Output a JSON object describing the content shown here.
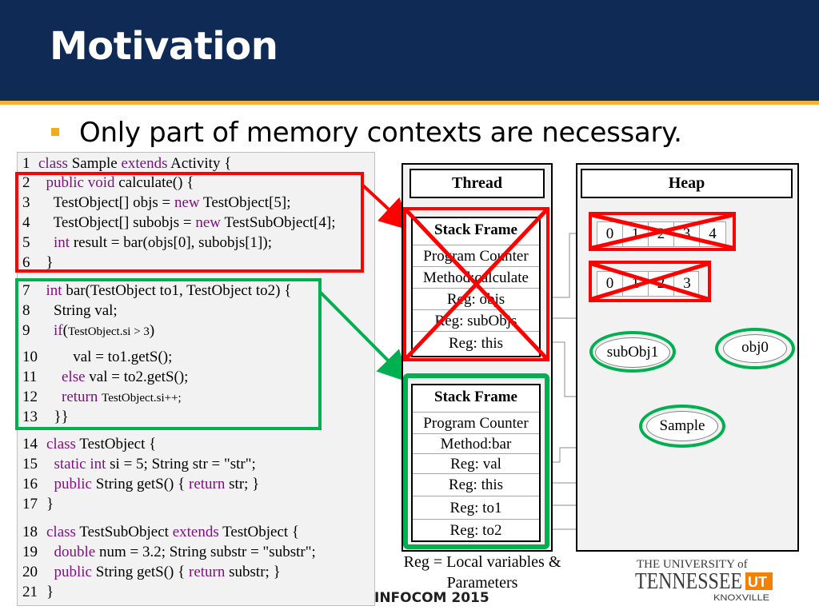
{
  "slide": {
    "title": "Motivation",
    "bullet": "Only part of memory contexts are necessary.",
    "footer": "INFOCOM 2015"
  },
  "code": {
    "lines": [
      {
        "num": "1",
        "parts": [
          {
            "t": "class",
            "k": true
          },
          {
            "t": " Sample "
          },
          {
            "t": "extends",
            "k": true
          },
          {
            "t": " Activity {"
          }
        ]
      },
      {
        "num": "2",
        "parts": [
          {
            "t": "  "
          },
          {
            "t": "public void",
            "k": true
          },
          {
            "t": " calculate() {"
          }
        ]
      },
      {
        "num": "3",
        "parts": [
          {
            "t": "    TestObject[] objs = "
          },
          {
            "t": "new",
            "k": true
          },
          {
            "t": " TestObject[5];"
          }
        ]
      },
      {
        "num": "4",
        "parts": [
          {
            "t": "    TestObject[] subobjs = "
          },
          {
            "t": "new",
            "k": true
          },
          {
            "t": " TestSubObject[4];"
          }
        ]
      },
      {
        "num": "5",
        "parts": [
          {
            "t": "    "
          },
          {
            "t": "int",
            "k": true
          },
          {
            "t": " result = bar(objs[0], subobjs[1]);"
          }
        ]
      },
      {
        "num": "6",
        "parts": [
          {
            "t": "  }"
          }
        ]
      },
      {
        "num": "7",
        "parts": [
          {
            "t": "  "
          },
          {
            "t": "int",
            "k": true
          },
          {
            "t": " bar(TestObject to1, TestObject to2) {"
          }
        ]
      },
      {
        "num": "8",
        "parts": [
          {
            "t": "    String val;"
          }
        ]
      },
      {
        "num": "9",
        "parts": [
          {
            "t": "    "
          },
          {
            "t": "if",
            "k": true
          },
          {
            "t": "("
          },
          {
            "t": "TestObject.si > 3",
            "s": true
          },
          {
            "t": ")"
          }
        ]
      },
      {
        "num": "10",
        "parts": [
          {
            "t": "       val = to1.getS();"
          }
        ]
      },
      {
        "num": "11",
        "parts": [
          {
            "t": "    "
          },
          {
            "t": "else",
            "k": true
          },
          {
            "t": " val = to2.getS();"
          }
        ]
      },
      {
        "num": "12",
        "parts": [
          {
            "t": "    "
          },
          {
            "t": "return",
            "k": true
          },
          {
            "t": " "
          },
          {
            "t": "TestObject.si++;",
            "s": true
          }
        ]
      },
      {
        "num": "13",
        "parts": [
          {
            "t": "  }}"
          }
        ]
      },
      {
        "num": "14",
        "parts": [
          {
            "t": "class",
            "k": true
          },
          {
            "t": " TestObject {"
          }
        ]
      },
      {
        "num": "15",
        "parts": [
          {
            "t": "  "
          },
          {
            "t": "static int",
            "k": true
          },
          {
            "t": " si = 5; String str = \"str\";"
          }
        ]
      },
      {
        "num": "16",
        "parts": [
          {
            "t": "  "
          },
          {
            "t": "public",
            "k": true
          },
          {
            "t": " String getS() { "
          },
          {
            "t": "return",
            "k": true
          },
          {
            "t": " str; }"
          }
        ]
      },
      {
        "num": "17",
        "parts": [
          {
            "t": "}"
          }
        ]
      },
      {
        "num": "18",
        "parts": [
          {
            "t": "class",
            "k": true
          },
          {
            "t": " TestSubObject "
          },
          {
            "t": "extends",
            "k": true
          },
          {
            "t": " TestObject {"
          }
        ]
      },
      {
        "num": "19",
        "parts": [
          {
            "t": "  "
          },
          {
            "t": "double",
            "k": true
          },
          {
            "t": " num = 3.2; String substr = \"substr\";"
          }
        ]
      },
      {
        "num": "20",
        "parts": [
          {
            "t": "  "
          },
          {
            "t": "public",
            "k": true
          },
          {
            "t": " String getS() { "
          },
          {
            "t": "return",
            "k": true
          },
          {
            "t": " substr; }"
          }
        ]
      },
      {
        "num": "21",
        "parts": [
          {
            "t": "}"
          }
        ]
      }
    ]
  },
  "diagram": {
    "thread_label": "Thread",
    "heap_label": "Heap",
    "frame1": {
      "header": "Stack Frame",
      "cells": [
        "Program Counter",
        "Method:calculate",
        "Reg: objs",
        "Reg: subObjs",
        "Reg: this"
      ]
    },
    "frame2": {
      "header": "Stack Frame",
      "cells": [
        "Program Counter",
        "Method:bar",
        "Reg: val",
        "Reg: this",
        "Reg: to1",
        "Reg: to2"
      ]
    },
    "array1": [
      "0",
      "1",
      "2",
      "3",
      "4"
    ],
    "array2": [
      "0",
      "1",
      "2",
      "3"
    ],
    "nodes": {
      "subobj1": "subObj1",
      "obj0": "obj0",
      "sample": "Sample"
    },
    "caption_line1": "Reg = Local variables &",
    "caption_line2": "Parameters"
  },
  "logo": {
    "line1": "THE UNIVERSITY of",
    "line2": "TENNESSEE",
    "mark": "UT",
    "line3": "KNOXVILLE"
  },
  "colors": {
    "title_bg": "#0f2b55",
    "accent_gold": "#f2b233",
    "highlight_red": "#ff0000",
    "highlight_green": "#00b050",
    "keyword": "#7f0f7f",
    "ut_orange": "#f77f00"
  }
}
